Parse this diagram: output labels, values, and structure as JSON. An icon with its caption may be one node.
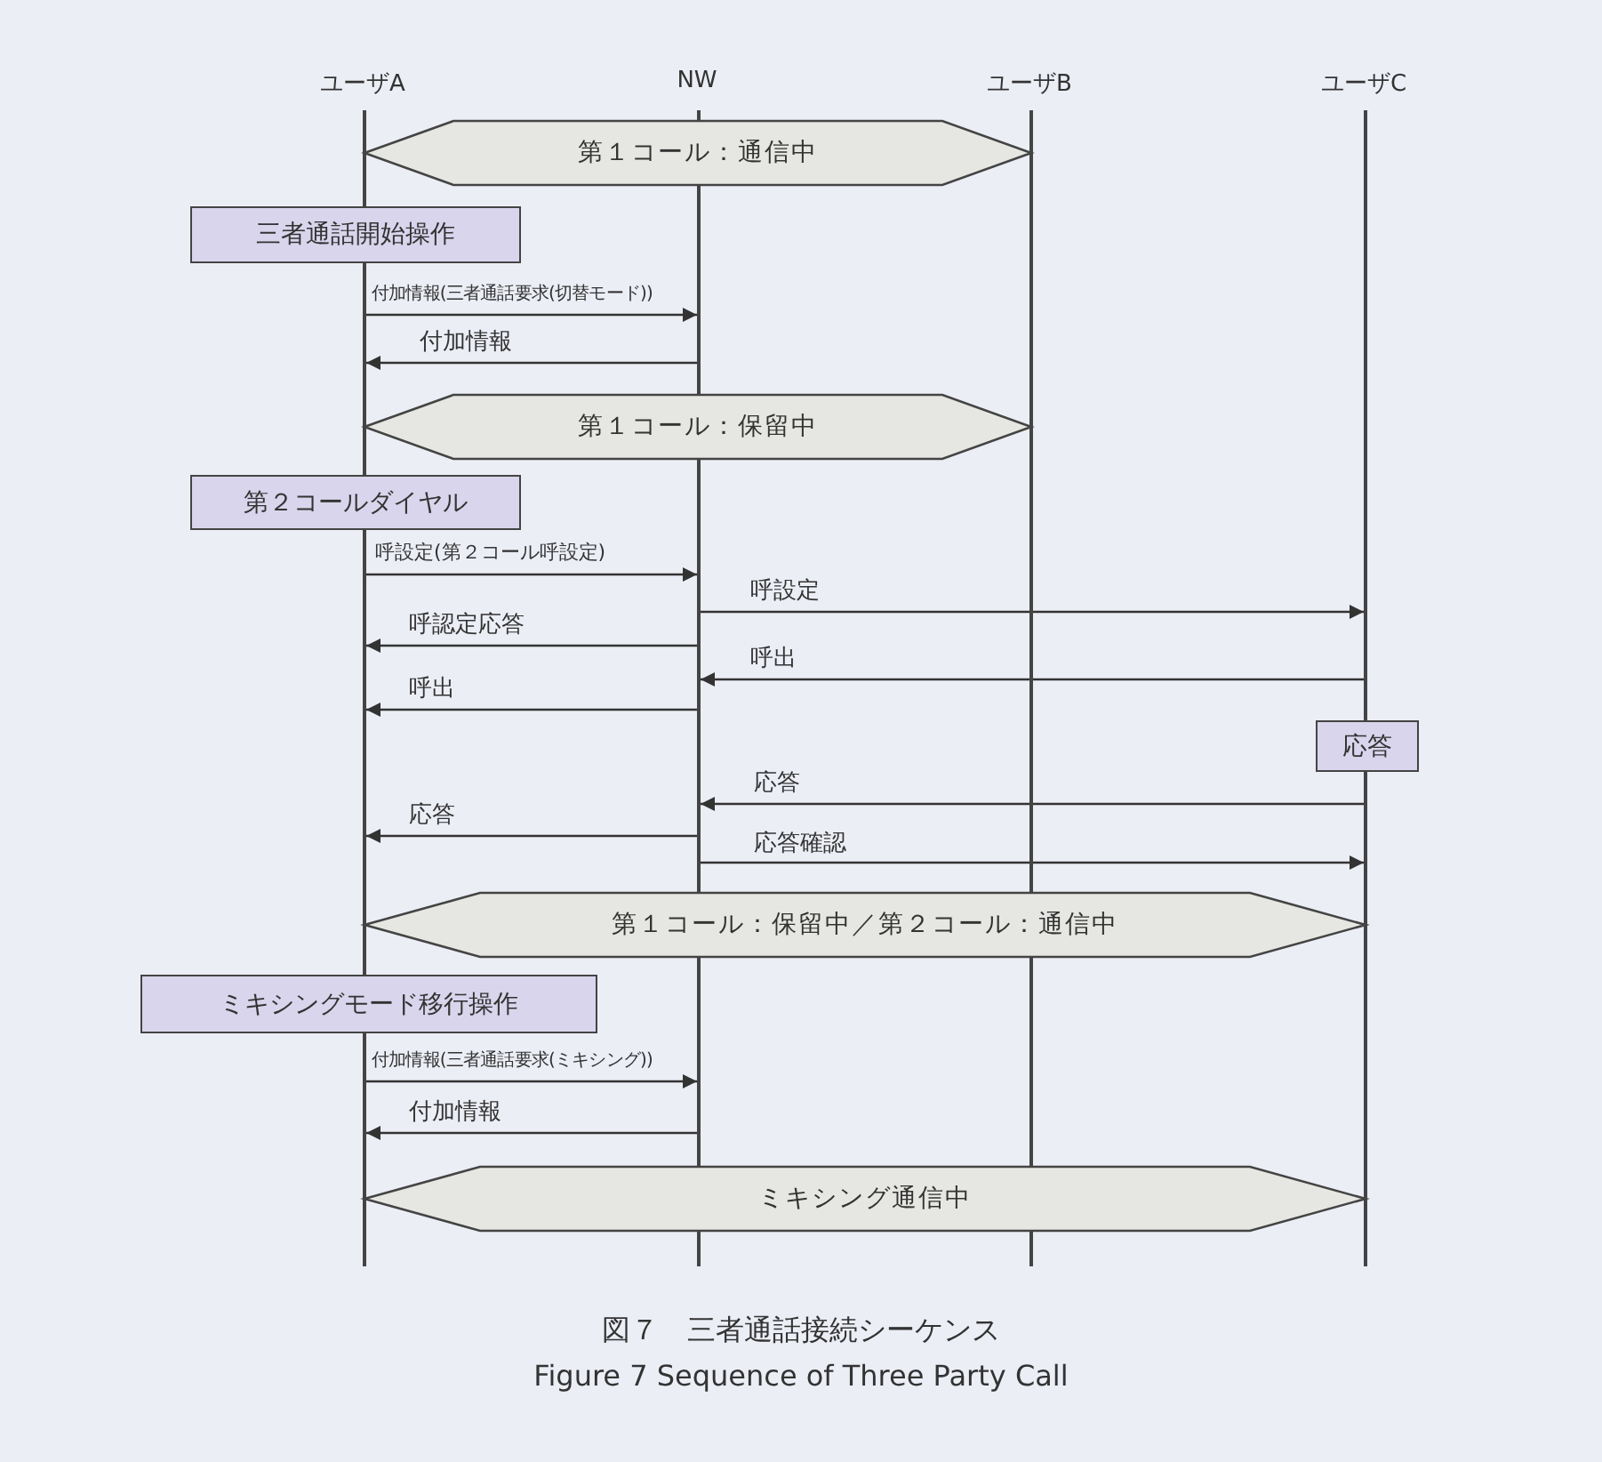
{
  "diagram": {
    "caption": "図７　三者通話接続シーケンス",
    "nodes": [
      {
        "text": [
          "ユーザA"
        ]
      },
      {
        "text": [
          "NW"
        ]
      },
      {
        "text": [
          "ユーザB"
        ]
      },
      {
        "text": [
          "ユーザC"
        ]
      },
      {
        "text": [
          "第１コール：通信中"
        ]
      },
      {
        "text": [
          "三者通話開始操作"
        ]
      },
      {
        "text": [
          "第１コール：保留中"
        ]
      },
      {
        "text": [
          "第２コールダイヤル"
        ]
      },
      {
        "text": [
          "応答"
        ]
      },
      {
        "text": [
          "第１コール：保留中／第２コール：通信中"
        ]
      },
      {
        "text": [
          "ミキシングモード移行操作"
        ]
      },
      {
        "text": [
          "ミキシング通信中"
        ]
      }
    ],
    "edges": [
      {
        "from": 0,
        "to": 1,
        "arrow": "to",
        "label": "付加情報(三者通話要求(切替モード))"
      },
      {
        "from": 1,
        "to": 0,
        "arrow": "to",
        "label": "付加情報"
      },
      {
        "from": 0,
        "to": 1,
        "arrow": "to",
        "label": "呼設定(第２コール呼設定)"
      },
      {
        "from": 1,
        "to": 3,
        "arrow": "to",
        "label": "呼設定"
      },
      {
        "from": 1,
        "to": 0,
        "arrow": "to",
        "label": "呼認定応答"
      },
      {
        "from": 3,
        "to": 1,
        "arrow": "to",
        "label": "呼出"
      },
      {
        "from": 1,
        "to": 0,
        "arrow": "to",
        "label": "呼出"
      },
      {
        "from": 3,
        "to": 1,
        "arrow": "to",
        "label": "応答"
      },
      {
        "from": 1,
        "to": 0,
        "arrow": "to",
        "label": "応答"
      },
      {
        "from": 1,
        "to": 3,
        "arrow": "to",
        "label": "応答確認"
      },
      {
        "from": 0,
        "to": 1,
        "arrow": "to",
        "label": "付加情報(三者通話要求(ミキシング))"
      },
      {
        "from": 1,
        "to": 0,
        "arrow": "to",
        "label": "付加情報"
      }
    ],
    "labels": [
      "Figure 7 Sequence of Three Party Call"
    ]
  }
}
